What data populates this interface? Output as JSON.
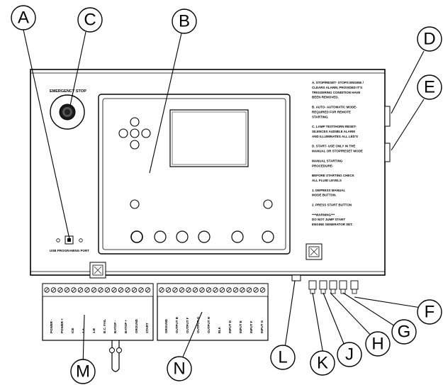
{
  "callouts": {
    "A": "A",
    "B": "B",
    "C": "C",
    "D": "D",
    "E": "E",
    "F": "F",
    "G": "G",
    "H": "H",
    "J": "J",
    "K": "K",
    "L": "L",
    "M": "M",
    "N": "N"
  },
  "panel": {
    "emergency_stop": "EMERGENCY STOP",
    "usb_port": "USB PROGRAMING PORT"
  },
  "instructions": [
    "A. STOP/RESET- STOPS ENGINE /",
    "CLEARS ALARM, PROVIDED IT'S",
    "TRIGGERING CONDITION HAVE",
    "BEEN REMOVED.",
    "",
    "B. AUTO- AUTOMATIC MODE-",
    "REQUIRED FOR REMOTE",
    "STARTING",
    "",
    "C. LAMP TEST/HORN RESET-",
    "SILENCES AUDIBLE ALARM",
    "AND ILLUMINATES ALL LED'S",
    "",
    "D. START- USE ONLY IN THE",
    "MANUAL OR STOP/RESET MODE",
    "",
    "MANUAL STARTING",
    "PROCEDURE-",
    "",
    "BEFORE STARTING CHECK",
    "ALL FLUID LEVELS",
    "",
    "1. DEPRESS MANUAL",
    "MODE BUTTON.",
    "",
    "2. PRESS START BUTTON",
    "",
    "***WARNING***",
    "DO NOT JUMP START",
    "ENGINE GENERATOR SET."
  ],
  "terminals_left": [
    "POWER -",
    "POWER +",
    "ICE",
    "4.A",
    "4.B",
    "B.C. FAIL",
    "BATOP -",
    "BATOP +",
    "GROUND",
    "START"
  ],
  "terminals_right": [
    "GROUND",
    "OUTPUT B",
    "OUTPUT F",
    "OUTPUT G",
    "OUTPUT H",
    "ELK",
    "INPUT D",
    "INPUT E",
    "INPUT F",
    "INPUT G"
  ]
}
